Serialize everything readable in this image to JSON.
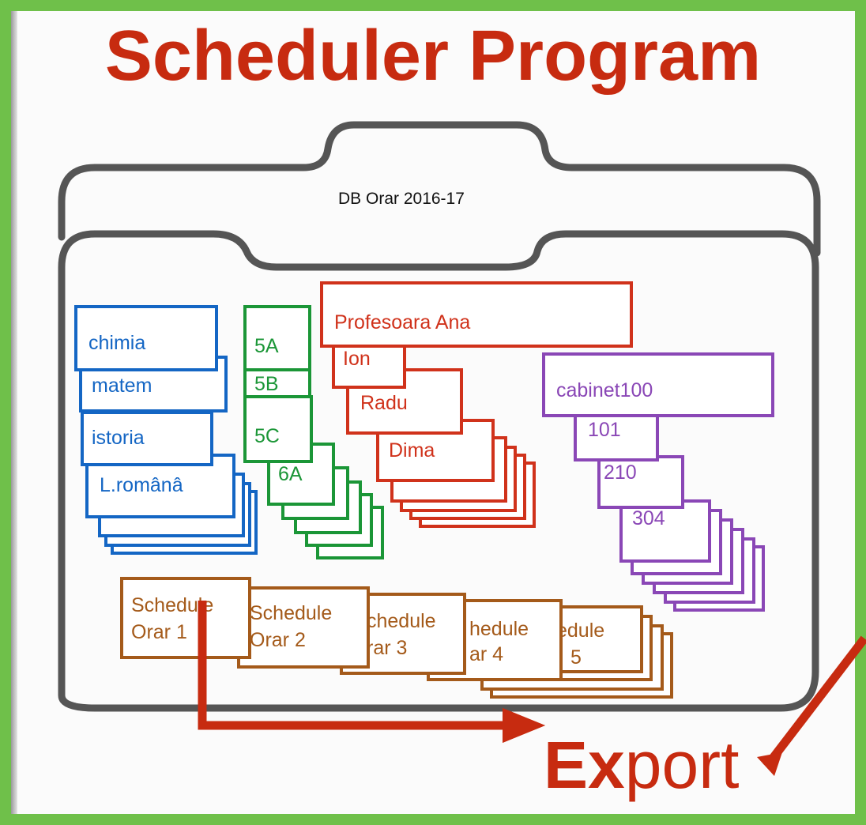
{
  "title": "Scheduler Program",
  "folder": {
    "label": "DB Orar 2016-17"
  },
  "subjects": [
    "chimia",
    "matem",
    "istoria",
    "L.românâ"
  ],
  "classes": [
    "5A",
    "5B",
    "5C",
    "6A"
  ],
  "teachers": [
    "Profesoara Ana",
    "Ion",
    "Radu",
    "Dima"
  ],
  "rooms": [
    "cabinet100",
    "101",
    "210",
    "304"
  ],
  "schedules": [
    {
      "line1": "Schedule",
      "line2": "Orar 1"
    },
    {
      "line1": "Schedule",
      "line2": "Orar 2"
    },
    {
      "line1": "chedule",
      "line2": "rar 3"
    },
    {
      "line1": "hedule",
      "line2": "ar 4"
    },
    {
      "line1": "edule",
      "line2": "5"
    }
  ],
  "export": {
    "bold": "Ex",
    "rest": "port"
  },
  "colors": {
    "frame": "#6fc04a",
    "title": "#c72b10",
    "subjects": "#1466c4",
    "classes": "#1b9637",
    "teachers": "#d0321b",
    "rooms": "#8a47b6",
    "schedules": "#a45a1a",
    "arrow": "#c72b10"
  }
}
